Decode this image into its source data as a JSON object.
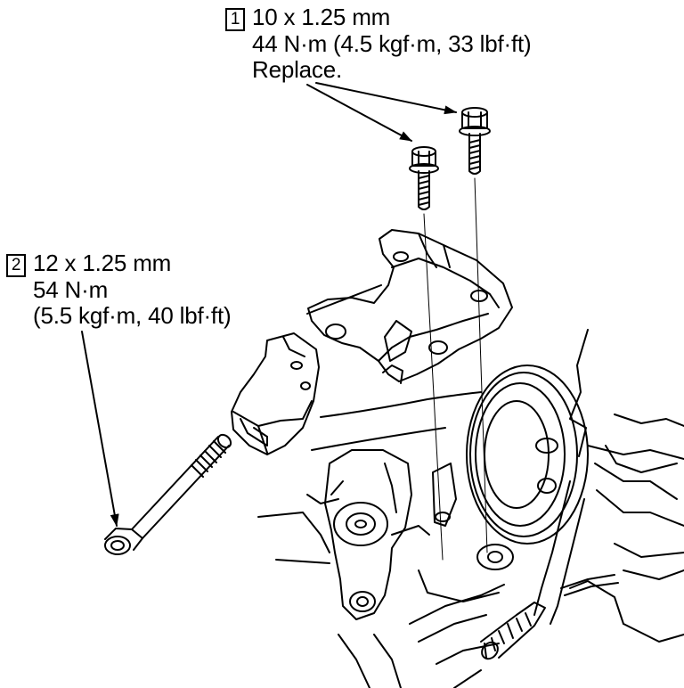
{
  "callouts": [
    {
      "number": "1",
      "size": "10 x 1.25 mm",
      "torque": "44 N·m (4.5 kgf·m, 33 lbf·ft)",
      "note": "Replace."
    },
    {
      "number": "2",
      "size": "12 x 1.25 mm",
      "torque": "54 N·m",
      "torque_alt": "(5.5 kgf·m, 40 lbf·ft)"
    }
  ],
  "colors": {
    "line": "#000000",
    "background": "#ffffff"
  }
}
